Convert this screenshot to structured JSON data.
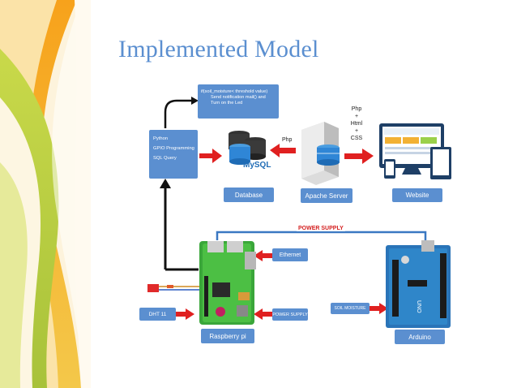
{
  "slide": {
    "title": "Implemented Model"
  },
  "diagram": {
    "code_box": {
      "line1": "if(soil_moisture< threshold value)",
      "line2": "Send notification mail() and",
      "line3": "Turn on the Led"
    },
    "pi_box": {
      "line1": "Python",
      "line2": "GPIO Programming",
      "line3": "SQL Query"
    },
    "labels": {
      "database": "Database",
      "apache": "Apache Server",
      "website": "Website",
      "raspberry": "Raspberry pi",
      "arduino": "Arduino",
      "ethernet": "Ethernet",
      "power_supply_small": "POWER SUPPLY",
      "dht": "DHT 11",
      "soil": "SOIL MOISTURE"
    },
    "arrow_text": {
      "php": "Php",
      "php2": "Php",
      "plus1": "+",
      "html": "Html",
      "plus2": "+",
      "css": "CSS",
      "power_supply": "POWER SUPPLY",
      "mysql": "MySQL"
    },
    "colors": {
      "label_bg": "#5b8fd0",
      "arrow_red": "#e02020",
      "title": "#5b8fd0",
      "wire_blue": "#3a78c2"
    }
  }
}
